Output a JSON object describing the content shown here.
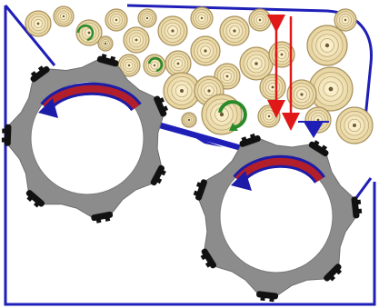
{
  "diagram": {
    "kind": "log-feeder-mechanism",
    "colors": {
      "frame": "#1f1fb8",
      "log_fill": "#ecdcb0",
      "log_ring": "#a8915e",
      "log_core": "#6d5a32",
      "wheel": "#8c8c8c",
      "wheel_hub": "#ffffff",
      "teeth": "#111111",
      "rotation_outer": "#1c1ca8",
      "rotation_inner": "#b21f2a",
      "log_rotation": "#2a8a2a",
      "gap_arrow": "#e01818",
      "level_marker": "#1f1fb8"
    },
    "elements": {
      "wheels": 2,
      "teeth_per_wheel": 7,
      "rotation_arrows": 2,
      "log_rotation_indicators": 3,
      "gap_arrows": 2,
      "level_marker": 1
    }
  }
}
